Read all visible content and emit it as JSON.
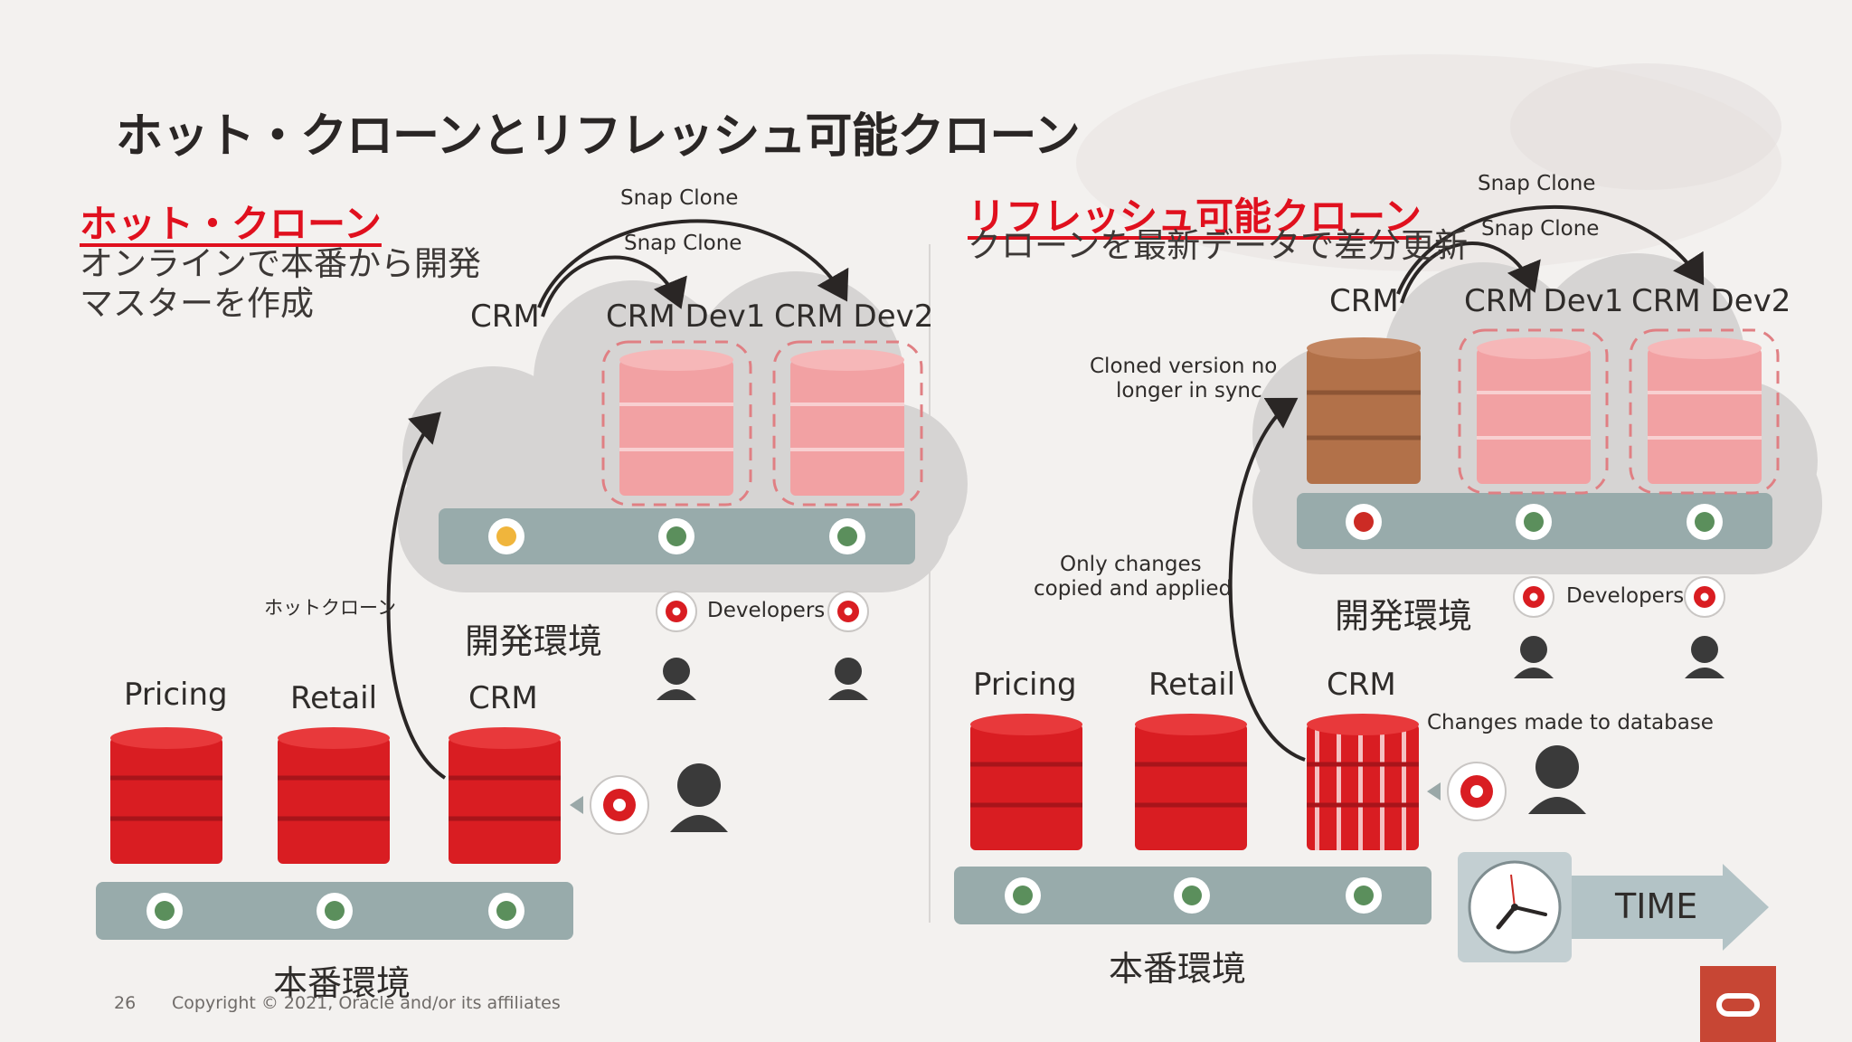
{
  "slide": {
    "title": "ホット・クローンとリフレッシュ可能クローン",
    "page_number": "26",
    "copyright": "Copyright © 2021, Oracle and/or its affiliates"
  },
  "left": {
    "heading": "ホット・クローン",
    "desc_line1": "オンラインで本番から開発",
    "desc_line2": "マスターを作成",
    "snap_clone_top": "Snap Clone",
    "snap_clone_inner": "Snap Clone",
    "crm_src": "CRM",
    "crm_dev1": "CRM Dev1",
    "crm_dev2": "CRM Dev2",
    "hot_clone_label": "ホットクローン",
    "dev_env": "開発環境",
    "developers": "Developers",
    "pricing": "Pricing",
    "retail": "Retail",
    "crm_prod": "CRM",
    "prod_env": "本番環境"
  },
  "right": {
    "heading": "リフレッシュ可能クローン",
    "desc_line1": "クローンを最新データで差分更新",
    "snap_clone_top": "Snap Clone",
    "snap_clone_inner": "Snap Clone",
    "crm_src": "CRM",
    "crm_dev1": "CRM Dev1",
    "crm_dev2": "CRM Dev2",
    "cloned_note_1": "Cloned version no",
    "cloned_note_2": "longer in sync",
    "only_changes_1": "Only changes",
    "only_changes_2": "copied and applied",
    "dev_env": "開発環境",
    "developers": "Developers",
    "pricing": "Pricing",
    "retail": "Retail",
    "crm_prod": "CRM",
    "changes_made": "Changes made to database",
    "prod_env": "本番環境",
    "time_label": "TIME"
  },
  "colors": {
    "prod_red": "#d91d22",
    "clone_pink": "#f2a1a3",
    "stale_brown": "#b27149",
    "cloud_gray": "#d6d4d3",
    "shelf_gray": "#98abab",
    "status_green": "#5b8f5c",
    "status_amber": "#f0b53c",
    "status_red": "#cc2b25",
    "oracle_red": "#c74634"
  },
  "icons": [
    "gear-icon",
    "person-female-icon",
    "person-male-icon",
    "clock-icon",
    "oracle-logo-icon"
  ]
}
